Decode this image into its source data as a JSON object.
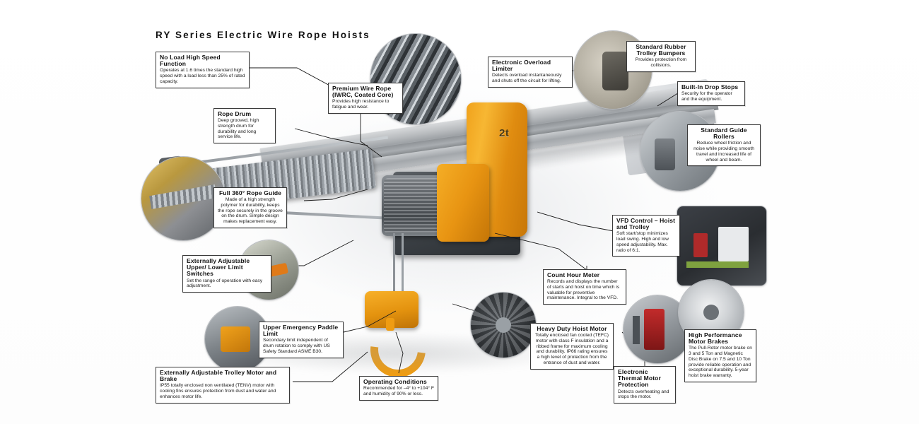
{
  "header": {
    "title": "RY Series Electric Wire Rope Hoists"
  },
  "product": {
    "capacity_label": "2t"
  },
  "callouts": [
    {
      "id": "no-load-high-speed",
      "title": "No Load High Speed Function",
      "body": "Operates at 1.6 times the standard high speed with a load less than 25% of rated capacity."
    },
    {
      "id": "rope-drum",
      "title": "Rope Drum",
      "body": "Deep grooved, high strength drum for durability and long service life."
    },
    {
      "id": "premium-wire-rope",
      "title": "Premium Wire Rope (IWRC, Coated Core)",
      "body": "Provides high resistance to fatigue and wear."
    },
    {
      "id": "electronic-overload-limiter",
      "title": "Electronic Overload Limiter",
      "body": "Detects overload instantaneously and shuts off the circuit for lifting."
    },
    {
      "id": "standard-rubber-trolley-bumpers",
      "title": "Standard Rubber Trolley Bumpers",
      "body": "Provides protection from collisions."
    },
    {
      "id": "built-in-drop-stops",
      "title": "Built-In Drop Stops",
      "body": "Security for the operator and the equipment."
    },
    {
      "id": "standard-guide-rollers",
      "title": "Standard Guide Rollers",
      "body": "Reduce wheel friction and noise while providing smooth travel and increased life of wheel and beam."
    },
    {
      "id": "full-360-rope-guide",
      "title": "Full 360° Rope Guide",
      "body": "Made of a high strength polymer for durability, keeps the rope securely in the groove on the drum. Simple design makes replacement easy."
    },
    {
      "id": "externally-adjustable-limit-switches",
      "title": "Externally Adjustable Upper/ Lower Limit Switches",
      "body": "Set the range of operation with easy adjustment."
    },
    {
      "id": "vfd-control",
      "title": "VFD Control – Hoist and Trolley",
      "body": "Soft start/stop minimizes load swing. High and low speed adjustability. Max. ratio of 6:1."
    },
    {
      "id": "count-hour-meter",
      "title": "Count Hour Meter",
      "body": "Records and displays the number of starts and hoist on time which is valuable for preventive maintenance. Integral to the VFD."
    },
    {
      "id": "upper-emergency-paddle-limit",
      "title": "Upper Emergency Paddle Limit",
      "body": "Secondary limit independent of drum rotation to comply with US Safety Standard ASME B30."
    },
    {
      "id": "heavy-duty-hoist-motor",
      "title": "Heavy Duty Hoist Motor",
      "body": "Totally enclosed fan cooled (TEFC) motor with class F insulation and a ribbed frame for maximum cooling and durability. IP66 rating ensures a high level of protection from the entrance of dust and water."
    },
    {
      "id": "high-performance-motor-brakes",
      "title": "High Performance Motor Brakes",
      "body": "The Pull-Rotor motor brake on 3 and 5 Ton and Magnetic Disc Brake on 7.5 and 10 Ton provide reliable operation and exceptional durability. 5-year hoist brake warranty."
    },
    {
      "id": "electronic-thermal-motor-protection",
      "title": "Electronic Thermal Motor Protection",
      "body": "Detects overheating and stops the motor."
    },
    {
      "id": "externally-adjustable-trolley-motor-brake",
      "title": "Externally Adjustable Trolley Motor and Brake",
      "body": "IP55 totally enclosed non ventilated (TENV) motor with cooling fins ensures protection from dust and water and enhances motor life."
    },
    {
      "id": "operating-conditions",
      "title": "Operating Conditions",
      "body": "Recommended for –4° to +104° F and humidity of 90% or less."
    }
  ],
  "insets": [
    {
      "id": "wire-rope-inset",
      "name": "wire-rope-photo"
    },
    {
      "id": "trolley-bumper-inset",
      "name": "rubber-bumper-photo"
    },
    {
      "id": "guide-roller-inset",
      "name": "guide-roller-photo"
    },
    {
      "id": "rope-guide-inset",
      "name": "rope-guide-photo"
    },
    {
      "id": "limit-switch-inset",
      "name": "limit-switch-photo"
    },
    {
      "id": "paddle-limit-inset",
      "name": "paddle-limit-photo"
    },
    {
      "id": "vfd-inset",
      "name": "vfd-panel-photo"
    },
    {
      "id": "hoist-motor-inset",
      "name": "hoist-motor-photo"
    },
    {
      "id": "motor-brake-inset",
      "name": "motor-brake-photo"
    },
    {
      "id": "brake-disc-inset",
      "name": "brake-disc-photo"
    }
  ],
  "colors": {
    "hoist_orange": "#ef9c12",
    "text": "#111111",
    "box_border": "#3a3a3a",
    "metal_gray": "#9aa0a6"
  }
}
